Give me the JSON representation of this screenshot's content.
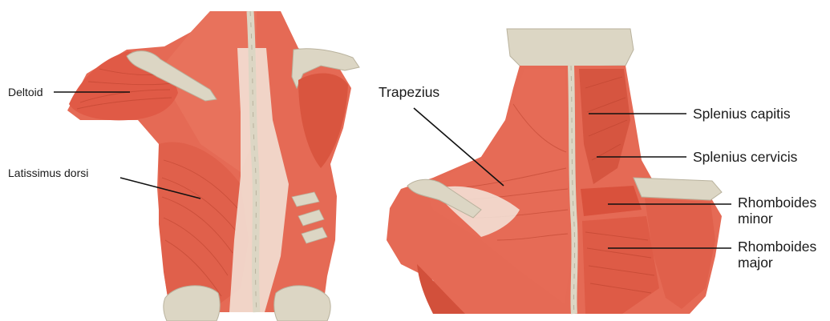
{
  "colors": {
    "muscle": "#e56a55",
    "muscle_dark": "#c84a37",
    "muscle_light": "#f19a86",
    "tendon": "#f3e6dc",
    "bone": "#dcd6c4",
    "bone_dark": "#b9b29d",
    "leader_line": "#111111",
    "text": "#1a1a1a"
  },
  "labels": {
    "deltoid": "Deltoid",
    "latissimus_dorsi": "Latissimus dorsi",
    "trapezius": "Trapezius",
    "splenius_capitis": "Splenius capitis",
    "splenius_cervicis": "Splenius cervicis",
    "rhomboides_minor_line1": "Rhomboides",
    "rhomboides_minor_line2": "minor",
    "rhomboides_major_line1": "Rhomboides",
    "rhomboides_major_line2": "major"
  }
}
